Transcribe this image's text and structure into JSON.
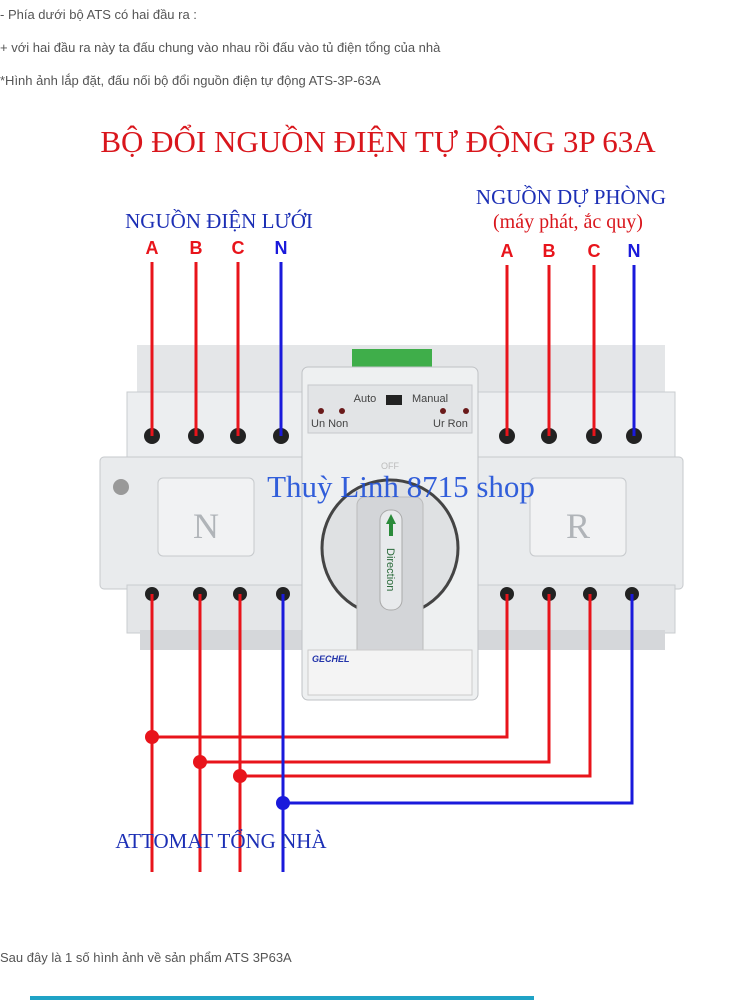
{
  "paragraphs": [
    "- Phía dưới bộ ATS có hai đầu ra :",
    "+ với hai đầu ra này ta đấu chung vào nhau rồi đấu vào tủ điện tổng của nhà",
    "*Hình ảnh lắp đặt, đấu nối bộ đổi nguồn điện tự động ATS-3P-63A"
  ],
  "figure": {
    "title": "BỘ ĐỔI NGUỒN ĐIỆN TỰ ĐỘNG 3P 63A",
    "left_source": "NGUỒN ĐIỆN LƯỚI",
    "right_source": "NGUỒN DỰ PHÒNG",
    "right_source_sub": "(máy phát, ắc quy)",
    "phases": [
      "A",
      "B",
      "C",
      "N"
    ],
    "mode_auto": "Auto",
    "mode_manual": "Manual",
    "led_left": "Un Non",
    "led_right": "Ur Ron",
    "panel_left": "N",
    "panel_right": "R",
    "off_label": "OFF",
    "handle_label": "Direction",
    "brand": "GECHEL",
    "watermark": "Thuỳ Linh 8715 shop",
    "bottom_label": "ATTOMAT TỔNG NHÀ",
    "colors": {
      "phase": "#e8141b",
      "neutral": "#1a1adb",
      "title": "#d9161c",
      "label": "#1c2fb5"
    }
  },
  "footer_text": "Sau đây là 1 số hình ảnh về sản phẩm ATS 3P63A"
}
